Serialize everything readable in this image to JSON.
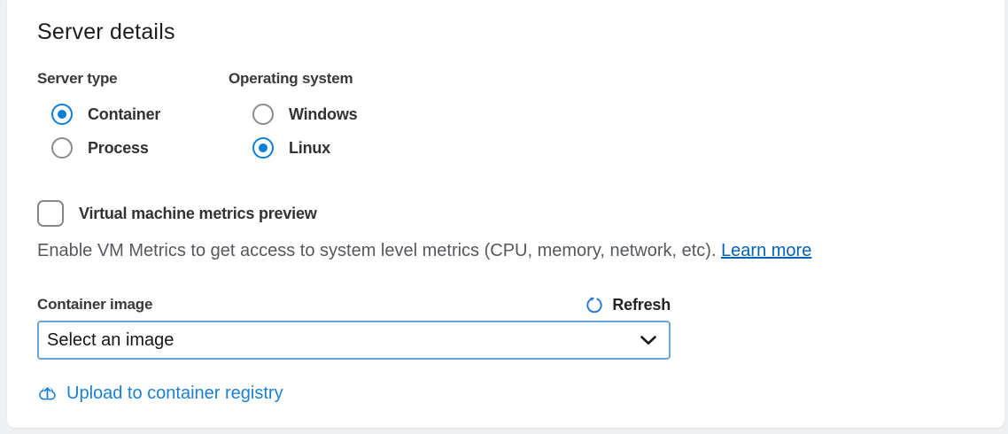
{
  "heading": "Server details",
  "server_type": {
    "label": "Server type",
    "options": [
      {
        "label": "Container",
        "selected": true
      },
      {
        "label": "Process",
        "selected": false
      }
    ]
  },
  "operating_system": {
    "label": "Operating system",
    "options": [
      {
        "label": "Windows",
        "selected": false
      },
      {
        "label": "Linux",
        "selected": true
      }
    ]
  },
  "vm_metrics": {
    "checkbox_label": "Virtual machine metrics preview",
    "checked": false,
    "description": "Enable VM Metrics to get access to system level metrics (CPU, memory, network, etc). ",
    "learn_more_label": "Learn more"
  },
  "container_image": {
    "label": "Container image",
    "refresh_label": "Refresh",
    "selected_value": "Select an image",
    "upload_label": "Upload to container registry"
  },
  "icons": {
    "refresh": "refresh-circular-arrow",
    "upload": "cloud-upload-arrow",
    "select_chevron": "chevron-down"
  },
  "colors": {
    "accent_blue": "#0b7ed8",
    "learn_more_link": "#0063b1",
    "upload_link": "#1a7fd4",
    "refresh_icon": "#2b7cd3",
    "select_border": "#6fa4dc",
    "page_background": "#eef0f2",
    "card_background": "#ffffff"
  }
}
